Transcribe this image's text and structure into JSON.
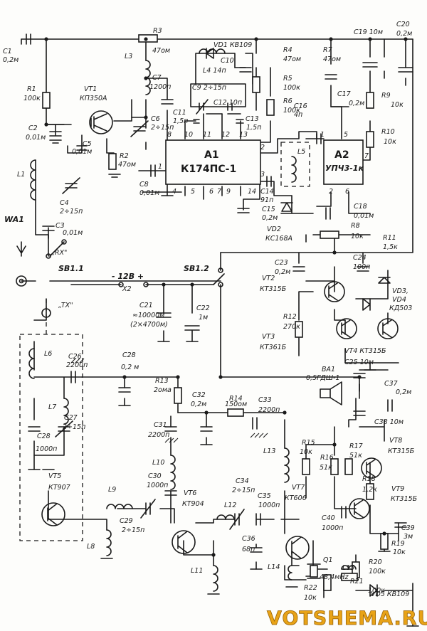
{
  "modules": {
    "a1": {
      "ref": "A1",
      "type": "К174ПС-1"
    },
    "a2": {
      "ref": "A2",
      "type": "УПЧ3-1к"
    }
  },
  "a1_pins": [
    "8",
    "10",
    "11",
    "12",
    "13",
    "2",
    "3",
    "4",
    "5",
    "6",
    "7",
    "9",
    "14",
    "1"
  ],
  "a2_pins": [
    "1",
    "5",
    "7",
    "2",
    "6"
  ],
  "labels": [
    {
      "id": "c1",
      "text": "C1"
    },
    {
      "id": "c1v",
      "text": "0,2м"
    },
    {
      "id": "r1",
      "text": "R1"
    },
    {
      "id": "r1v",
      "text": "100к"
    },
    {
      "id": "c2",
      "text": "C2"
    },
    {
      "id": "c2v",
      "text": "0,01м"
    },
    {
      "id": "vt1",
      "text": "VT1"
    },
    {
      "id": "vt1t",
      "text": "КП350А"
    },
    {
      "id": "l3",
      "text": "L3"
    },
    {
      "id": "c5",
      "text": "C5"
    },
    {
      "id": "c5v",
      "text": "0,01м"
    },
    {
      "id": "r2",
      "text": "R2"
    },
    {
      "id": "r2v",
      "text": "47ом"
    },
    {
      "id": "l1",
      "text": "L1"
    },
    {
      "id": "c4",
      "text": "C4"
    },
    {
      "id": "c4v",
      "text": "2÷15п"
    },
    {
      "id": "c3",
      "text": "C3"
    },
    {
      "id": "c3v",
      "text": "0,01м"
    },
    {
      "id": "wa1",
      "text": "WA1"
    },
    {
      "id": "rx",
      "text": "„RX\""
    },
    {
      "id": "sb11",
      "text": "SB1.1"
    },
    {
      "id": "sb12",
      "text": "SB1.2"
    },
    {
      "id": "pwr",
      "text": "- 12В +"
    },
    {
      "id": "x2",
      "text": "X2"
    },
    {
      "id": "tx",
      "text": "„TX\""
    },
    {
      "id": "r3",
      "text": "R3"
    },
    {
      "id": "r3v",
      "text": "47ом"
    },
    {
      "id": "c7",
      "text": "C7"
    },
    {
      "id": "c7v",
      "text": "1200п"
    },
    {
      "id": "c6",
      "text": "C6"
    },
    {
      "id": "c6v",
      "text": "2÷15п"
    },
    {
      "id": "vd1",
      "text": "VD1 КВ109"
    },
    {
      "id": "c10",
      "text": "C10"
    },
    {
      "id": "l4",
      "text": "L4 14п"
    },
    {
      "id": "c9",
      "text": "C9 2÷15п"
    },
    {
      "id": "c12",
      "text": "C12 10п"
    },
    {
      "id": "c11",
      "text": "C11"
    },
    {
      "id": "c11v",
      "text": "1,5п"
    },
    {
      "id": "c13",
      "text": "C13"
    },
    {
      "id": "c13v",
      "text": "1,5п"
    },
    {
      "id": "c8",
      "text": "C8"
    },
    {
      "id": "c8v",
      "text": "0,01м"
    },
    {
      "id": "c14",
      "text": "C14"
    },
    {
      "id": "c14v",
      "text": "91п"
    },
    {
      "id": "c15",
      "text": "C15"
    },
    {
      "id": "c15v",
      "text": "0,2м"
    },
    {
      "id": "vd2",
      "text": "VD2"
    },
    {
      "id": "vd2t",
      "text": "КС168А"
    },
    {
      "id": "r4",
      "text": "R4"
    },
    {
      "id": "r4v",
      "text": "47ом"
    },
    {
      "id": "r5",
      "text": "R5"
    },
    {
      "id": "r5v",
      "text": "100к"
    },
    {
      "id": "r6",
      "text": "R6"
    },
    {
      "id": "r6v",
      "text": "100к"
    },
    {
      "id": "c16",
      "text": "C16"
    },
    {
      "id": "c16v",
      "text": "4п"
    },
    {
      "id": "l5",
      "text": "L5"
    },
    {
      "id": "r7",
      "text": "R7"
    },
    {
      "id": "r7v",
      "text": "47ом"
    },
    {
      "id": "c17",
      "text": "C17"
    },
    {
      "id": "c17v",
      "text": "0,2м"
    },
    {
      "id": "c19",
      "text": "C19 10м"
    },
    {
      "id": "c20",
      "text": "C20"
    },
    {
      "id": "c20v",
      "text": "0,2м"
    },
    {
      "id": "r9",
      "text": "R9"
    },
    {
      "id": "r9v",
      "text": "10к"
    },
    {
      "id": "r10",
      "text": "R10"
    },
    {
      "id": "r10v",
      "text": "10к"
    },
    {
      "id": "c18",
      "text": "C18"
    },
    {
      "id": "c18v",
      "text": "0,01м"
    },
    {
      "id": "r8",
      "text": "R8"
    },
    {
      "id": "r8v",
      "text": "10к"
    },
    {
      "id": "r11",
      "text": "R11"
    },
    {
      "id": "r11v",
      "text": "1,5к"
    },
    {
      "id": "c23",
      "text": "C23"
    },
    {
      "id": "c23v",
      "text": "0,2м"
    },
    {
      "id": "c24",
      "text": "C24"
    },
    {
      "id": "c24v",
      "text": "100п"
    },
    {
      "id": "vt2",
      "text": "VT2"
    },
    {
      "id": "vt2t",
      "text": "КТ315Б"
    },
    {
      "id": "vd34",
      "text": "VD3,"
    },
    {
      "id": "vd34b",
      "text": "VD4"
    },
    {
      "id": "vd34t",
      "text": "КД503"
    },
    {
      "id": "r12",
      "text": "R12"
    },
    {
      "id": "r12v",
      "text": "270к"
    },
    {
      "id": "vt3",
      "text": "VT3"
    },
    {
      "id": "vt3t",
      "text": "КТ361Б"
    },
    {
      "id": "vt4",
      "text": "VT4 КТ315Б"
    },
    {
      "id": "c25",
      "text": "C25 10м"
    },
    {
      "id": "ba1",
      "text": "BA1"
    },
    {
      "id": "ba1t",
      "text": "0,5ГДШ-1"
    },
    {
      "id": "c37",
      "text": "C37"
    },
    {
      "id": "c37v",
      "text": "0,2м"
    },
    {
      "id": "c38",
      "text": "C38 10м"
    },
    {
      "id": "c21",
      "text": "C21"
    },
    {
      "id": "c21v",
      "text": "≈10000м"
    },
    {
      "id": "c21w",
      "text": "(2×4700м)"
    },
    {
      "id": "c22",
      "text": "C22"
    },
    {
      "id": "c22v",
      "text": "1м"
    },
    {
      "id": "l6",
      "text": "L6"
    },
    {
      "id": "c26",
      "text": "C26"
    },
    {
      "id": "c26v",
      "text": "2200п"
    },
    {
      "id": "l7",
      "text": "L7"
    },
    {
      "id": "c27",
      "text": "C27"
    },
    {
      "id": "c27v",
      "text": "2÷15п"
    },
    {
      "id": "c28a",
      "text": "C28"
    },
    {
      "id": "c28av",
      "text": "1000п"
    },
    {
      "id": "vt5",
      "text": "VT5"
    },
    {
      "id": "vt5t",
      "text": "КТ907"
    },
    {
      "id": "c28",
      "text": "C28"
    },
    {
      "id": "c28v",
      "text": "0,2 м"
    },
    {
      "id": "r13",
      "text": "R13"
    },
    {
      "id": "r13v",
      "text": "2ома"
    },
    {
      "id": "c32",
      "text": "C32"
    },
    {
      "id": "c32v",
      "text": "0,2м"
    },
    {
      "id": "r14",
      "text": "R14"
    },
    {
      "id": "r14v",
      "text": "150ом"
    },
    {
      "id": "c33",
      "text": "C33"
    },
    {
      "id": "c33v",
      "text": "2200п"
    },
    {
      "id": "c31",
      "text": "C31"
    },
    {
      "id": "c31v",
      "text": "2200п"
    },
    {
      "id": "l10",
      "text": "L10"
    },
    {
      "id": "c30",
      "text": "C30"
    },
    {
      "id": "c30v",
      "text": "1000п"
    },
    {
      "id": "l9",
      "text": "L9"
    },
    {
      "id": "vt6",
      "text": "VT6"
    },
    {
      "id": "vt6t",
      "text": "КТ904"
    },
    {
      "id": "c29",
      "text": "C29"
    },
    {
      "id": "c29v",
      "text": "2÷15п"
    },
    {
      "id": "l8",
      "text": "L8"
    },
    {
      "id": "l11",
      "text": "L11"
    },
    {
      "id": "l12",
      "text": "L12"
    },
    {
      "id": "c34",
      "text": "C34"
    },
    {
      "id": "c34v",
      "text": "2÷15п"
    },
    {
      "id": "c35",
      "text": "C35"
    },
    {
      "id": "c35v",
      "text": "1000п"
    },
    {
      "id": "l13",
      "text": "L13"
    },
    {
      "id": "c36",
      "text": "C36"
    },
    {
      "id": "c36v",
      "text": "68п"
    },
    {
      "id": "l14",
      "text": "L14"
    },
    {
      "id": "vt7",
      "text": "VT7"
    },
    {
      "id": "vt7t",
      "text": "КТ606"
    },
    {
      "id": "r15",
      "text": "R15"
    },
    {
      "id": "r15v",
      "text": "10к"
    },
    {
      "id": "r16",
      "text": "R16"
    },
    {
      "id": "r16v",
      "text": "51к"
    },
    {
      "id": "r17",
      "text": "R17"
    },
    {
      "id": "r17v",
      "text": "51к"
    },
    {
      "id": "vt8",
      "text": "VT8"
    },
    {
      "id": "vt8t",
      "text": "КТ315Б"
    },
    {
      "id": "r18",
      "text": "R18"
    },
    {
      "id": "r18v",
      "text": "1,2к"
    },
    {
      "id": "vt9",
      "text": "VT9"
    },
    {
      "id": "vt9t",
      "text": "КТ315Б"
    },
    {
      "id": "c40",
      "text": "C40"
    },
    {
      "id": "c40v",
      "text": "1000п"
    },
    {
      "id": "c39",
      "text": "C39"
    },
    {
      "id": "c39v",
      "text": "3м"
    },
    {
      "id": "r19",
      "text": "R19"
    },
    {
      "id": "r19v",
      "text": "10к"
    },
    {
      "id": "q1",
      "text": "Q1"
    },
    {
      "id": "q1v",
      "text": "48,4мНz"
    },
    {
      "id": "l15",
      "text": "L15"
    },
    {
      "id": "r20",
      "text": "R20"
    },
    {
      "id": "r20v",
      "text": "100к"
    },
    {
      "id": "r21",
      "text": "R21"
    },
    {
      "id": "r21v",
      "text": "100к"
    },
    {
      "id": "r22",
      "text": "R22"
    },
    {
      "id": "r22v",
      "text": "10к"
    },
    {
      "id": "vd5",
      "text": "VD5 КВ109"
    }
  ],
  "watermark": "VOTSHEMA.RU"
}
